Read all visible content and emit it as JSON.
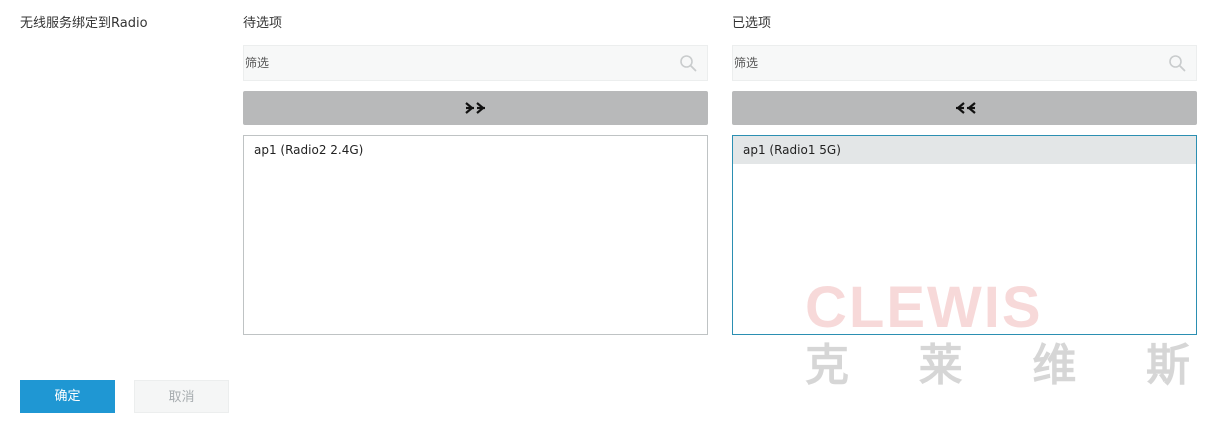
{
  "form": {
    "label": "无线服务绑定到Radio"
  },
  "available": {
    "title": "待选项",
    "filter_placeholder": "筛选",
    "filter_value": "",
    "move_icon": "double-arrow-right-icon",
    "items": [
      {
        "label": "ap1 (Radio2 2.4G)",
        "selected": false
      }
    ]
  },
  "chosen": {
    "title": "已选项",
    "filter_placeholder": "筛选",
    "filter_value": "",
    "move_icon": "double-arrow-left-icon",
    "items": [
      {
        "label": "ap1 (Radio1 5G)",
        "selected": true
      }
    ]
  },
  "watermark": {
    "brand": "CLEWIS",
    "chars": [
      "克",
      "莱",
      "维",
      "斯"
    ]
  },
  "actions": {
    "ok_label": "确定",
    "cancel_label": "取消"
  },
  "colors": {
    "primary": "#1f97d3",
    "move_button": "#b8b9ba",
    "focus_border": "#2b8fb2",
    "selected_row": "#e3e6e7"
  }
}
